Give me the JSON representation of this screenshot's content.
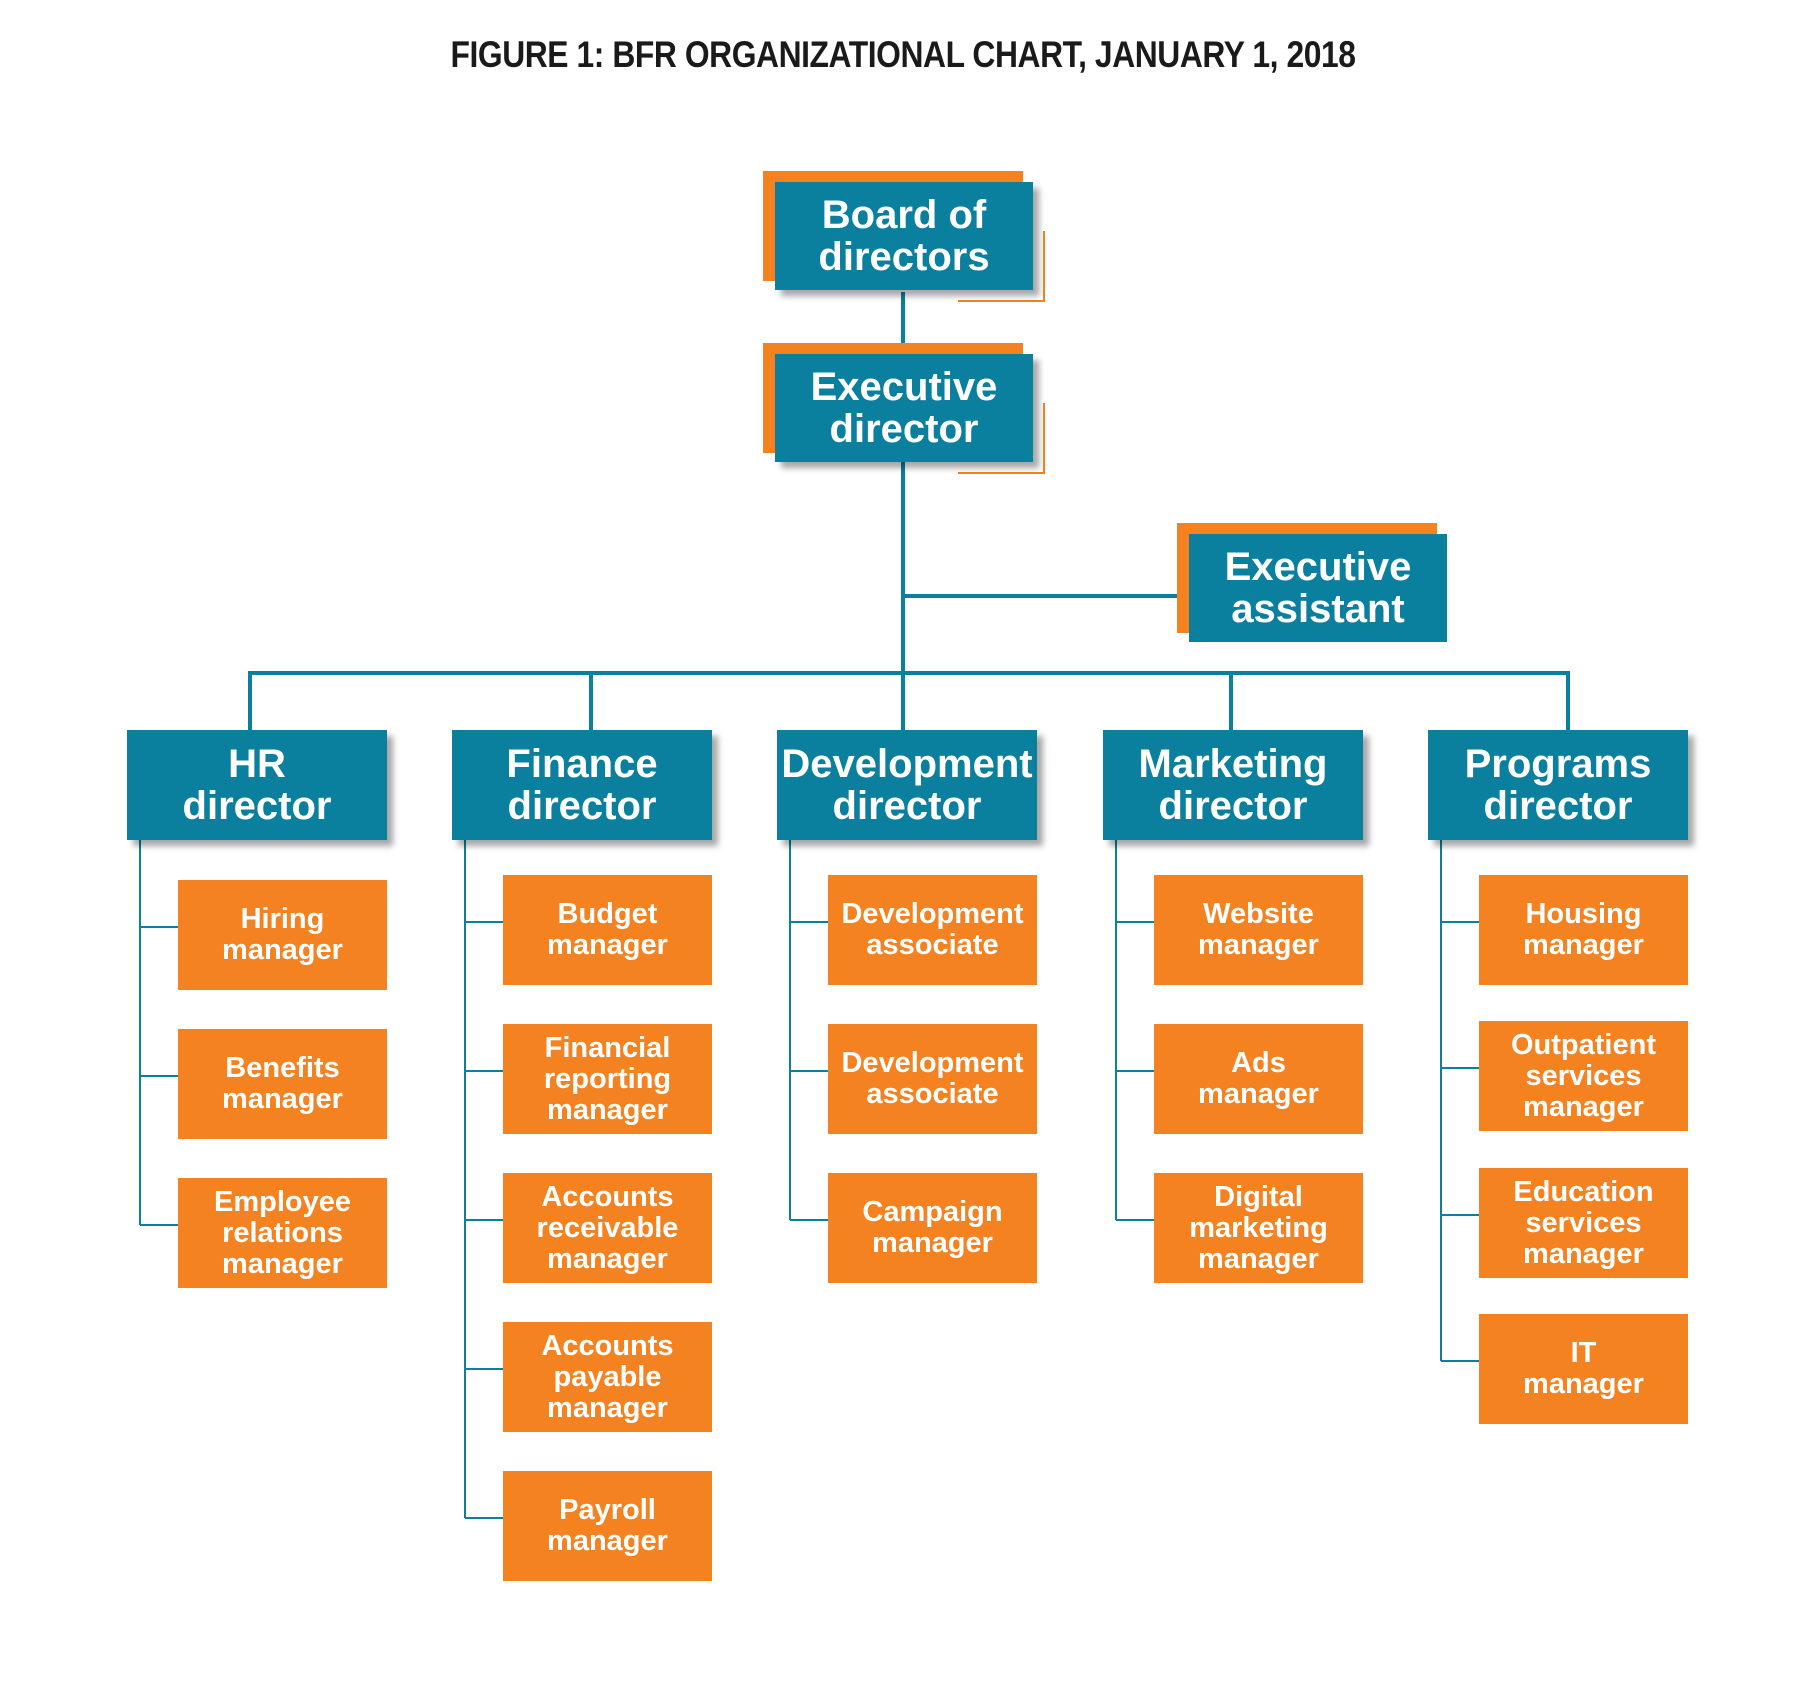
{
  "title": "FIGURE 1: BFR ORGANIZATIONAL CHART, JANUARY 1, 2018",
  "colors": {
    "teal": "#0a7f9e",
    "orange": "#f58220",
    "line": "#0a7f9e"
  },
  "top": {
    "board": "Board of\ndirectors",
    "executive_director": "Executive\ndirector",
    "executive_assistant": "Executive\nassistant"
  },
  "departments": [
    {
      "director": "HR\ndirector",
      "reports": [
        "Hiring\nmanager",
        "Benefits\nmanager",
        "Employee\nrelations\nmanager"
      ]
    },
    {
      "director": "Finance\ndirector",
      "reports": [
        "Budget\nmanager",
        "Financial\nreporting\nmanager",
        "Accounts\nreceivable\nmanager",
        "Accounts\npayable\nmanager",
        "Payroll\nmanager"
      ]
    },
    {
      "director": "Development\ndirector",
      "reports": [
        "Development\nassociate",
        "Development\nassociate",
        "Campaign\nmanager"
      ]
    },
    {
      "director": "Marketing\ndirector",
      "reports": [
        "Website\nmanager",
        "Ads\nmanager",
        "Digital\nmarketing\nmanager"
      ]
    },
    {
      "director": "Programs\ndirector",
      "reports": [
        "Housing\nmanager",
        "Outpatient\nservices\nmanager",
        "Education\nservices\nmanager",
        "IT\nmanager"
      ]
    }
  ]
}
